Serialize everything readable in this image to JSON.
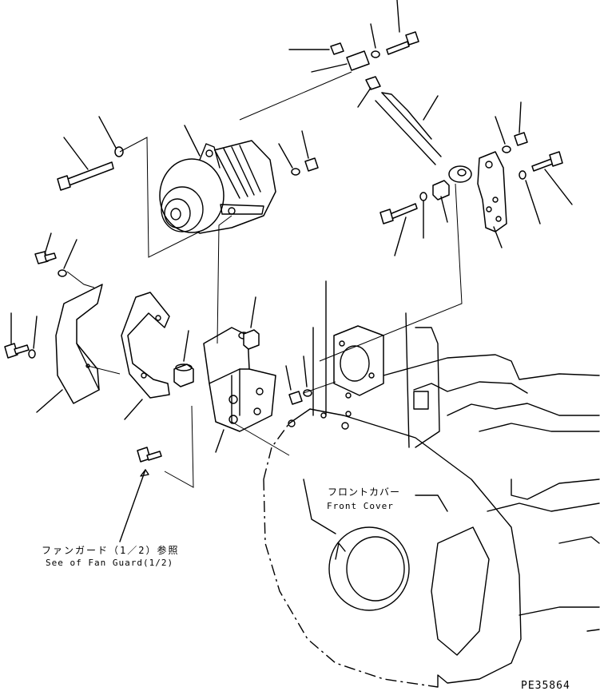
{
  "labels": {
    "front_cover_jp": "フロントカバー",
    "front_cover_en": "Front Cover",
    "fan_guard_jp": "ファンガード（1／2）参照",
    "fan_guard_en": "See of Fan Guard(1/2)",
    "drawing_code": "PE35864"
  }
}
